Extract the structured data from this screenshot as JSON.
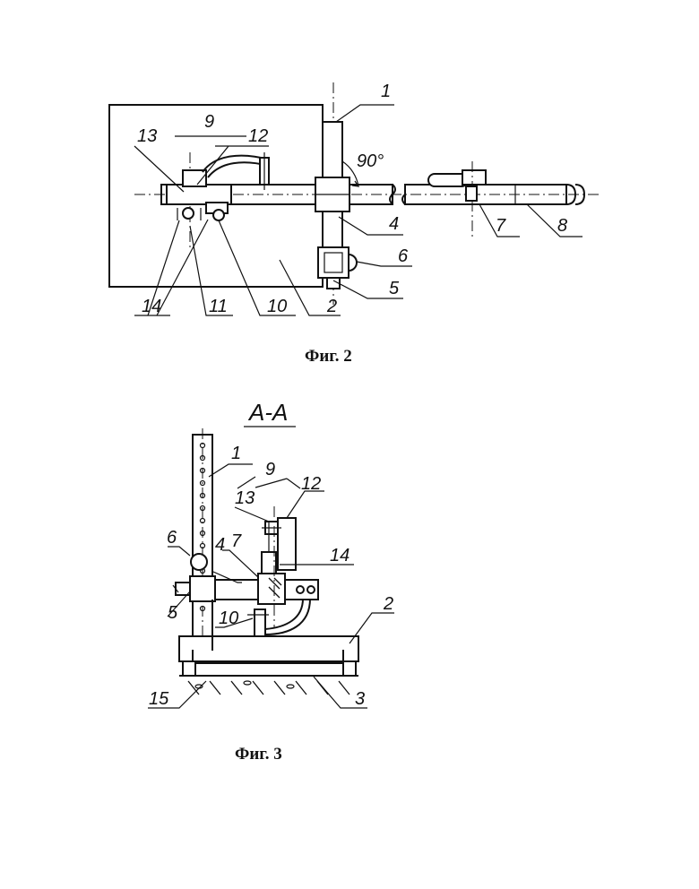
{
  "fig2": {
    "caption": "Фиг. 2",
    "angle": "90°",
    "labels": {
      "l1": "1",
      "l2": "2",
      "l4": "4",
      "l5": "5",
      "l6": "6",
      "l7": "7",
      "l8": "8",
      "l9": "9",
      "l10": "10",
      "l11": "11",
      "l12": "12",
      "l13": "13",
      "l14": "14"
    }
  },
  "fig3": {
    "caption": "Фиг. 3",
    "section": "А-А",
    "labels": {
      "l1": "1",
      "l2": "2",
      "l3": "3",
      "l4": "4",
      "l5": "5",
      "l6": "6",
      "l7": "7",
      "l9": "9",
      "l10": "10",
      "l12": "12",
      "l13": "13",
      "l14": "14",
      "l15": "15"
    }
  }
}
